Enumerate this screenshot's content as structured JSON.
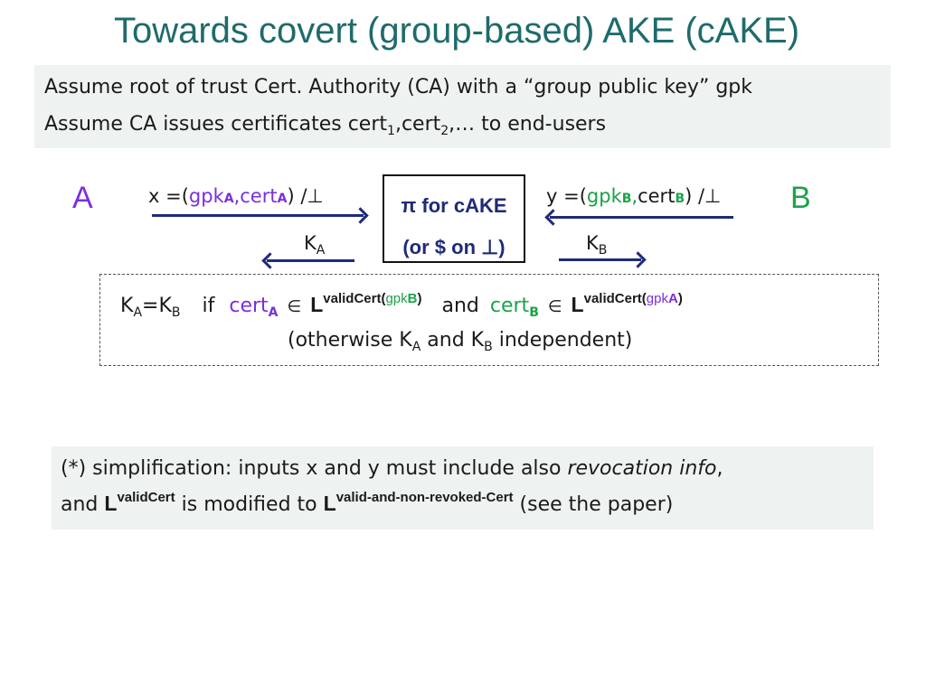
{
  "title": "Towards covert (group-based) AKE (cAKE)",
  "assumptions": {
    "line1": "Assume root of trust Cert. Authority (CA) with a “group public key” gpk",
    "line2_pre": "Assume CA issues certificates cert",
    "sub1": "1",
    "mid": ",cert",
    "sub2": "2",
    "line2_post": ",… to end-users"
  },
  "protocol": {
    "party_a": "A",
    "party_b": "B",
    "box_line1": "π for cAKE",
    "box_line2": "(or $ on ⊥)",
    "msg_a": {
      "pre": "x =(",
      "gpk": "gpk",
      "sub_a": "A",
      "comma": ",",
      "cert": "cert",
      "sub_a2": "A",
      "post": ") /⊥"
    },
    "msg_b": {
      "pre": "y =(",
      "gpk": "gpk",
      "sub_b": "B",
      "comma": ",",
      "cert": "cert",
      "sub_b2": "B",
      "post": ") /⊥"
    },
    "ka": {
      "k": "K",
      "sub": "A"
    },
    "kb": {
      "k": "K",
      "sub": "B"
    }
  },
  "condition": {
    "ka_k": "K",
    "ka_sub": "A",
    "eq": "=",
    "kb_k": "K",
    "kb_sub": "B",
    "if": "if",
    "cert_a": "cert",
    "cert_a_sub": "A",
    "in": "∈",
    "L": "L",
    "sup_a_pre": "validCert(",
    "sup_a_gpk": "gpk",
    "sup_a_sub": "B",
    "sup_a_post": ")",
    "and": "and",
    "cert_b": "cert",
    "cert_b_sub": "B",
    "sup_b_pre": "validCert(",
    "sup_b_gpk": "gpk",
    "sup_b_sub": "A",
    "sup_b_post": ")",
    "otherwise_pre": "(otherwise K",
    "otherwise_sub1": "A",
    "otherwise_mid": " and K",
    "otherwise_sub2": "B",
    "otherwise_post": " independent)"
  },
  "footnote": {
    "line1_pre": "(*) simplification: inputs x and y must include also ",
    "line1_em": "revocation info",
    "line1_post": ",",
    "line2_pre": "and ",
    "L": "L",
    "sup1": "validCert",
    "line2_mid": " is modified to ",
    "sup2": "valid-and-non-revoked-Cert",
    "line2_post": " (see the paper)"
  },
  "colors": {
    "title": "#1e6b6b",
    "purple": "#7a2ee0",
    "green": "#1aa34a",
    "arrow": "#1f2a7a",
    "panel_bg": "#eef3f1"
  }
}
